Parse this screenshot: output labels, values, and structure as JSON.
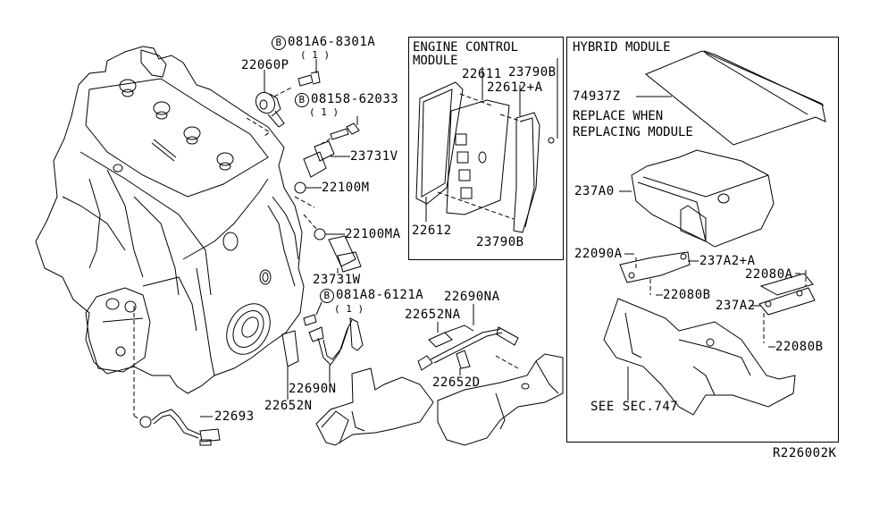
{
  "diagram": {
    "ref_code": "R226002K",
    "boxes": {
      "ecm": {
        "title_line1": "ENGINE CONTROL",
        "title_line2": "MODULE"
      },
      "hybrid": {
        "title": "HYBRID MODULE",
        "note_line1": "REPLACE WHEN",
        "note_line2": "REPLACING MODULE"
      }
    },
    "callouts": {
      "bolt_081a6": {
        "prefix": "B",
        "part": "081A6-8301A",
        "qty": "( 1 )"
      },
      "bolt_08158": {
        "prefix": "B",
        "part": "08158-62033",
        "qty": "( 1 )"
      },
      "bolt_081a8": {
        "prefix": "B",
        "part": "081A8-6121A",
        "qty": "( 1 )"
      },
      "p22060P": "22060P",
      "p23731V": "23731V",
      "p22100M": "22100M",
      "p22100MA": "22100MA",
      "p23731W": "23731W",
      "p22690NA": "22690NA",
      "p22652NA": "22652NA",
      "p22652D": "22652D",
      "p22690N": "22690N",
      "p22652N": "22652N",
      "p22693": "22693",
      "p22611": "22611",
      "p23790B_top": "23790B",
      "p22612A": "22612+A",
      "p22612": "22612",
      "p23790B_bottom": "23790B",
      "p74937Z": "74937Z",
      "p237A0": "237A0",
      "p22080A_left": "22090A",
      "p237A2A": "237A2+A",
      "p22080A_right": "22080A",
      "p22080B_left": "22080B",
      "p237A2": "237A2",
      "p22080B_right": "22080B",
      "see_sec": "SEE SEC.747"
    }
  }
}
